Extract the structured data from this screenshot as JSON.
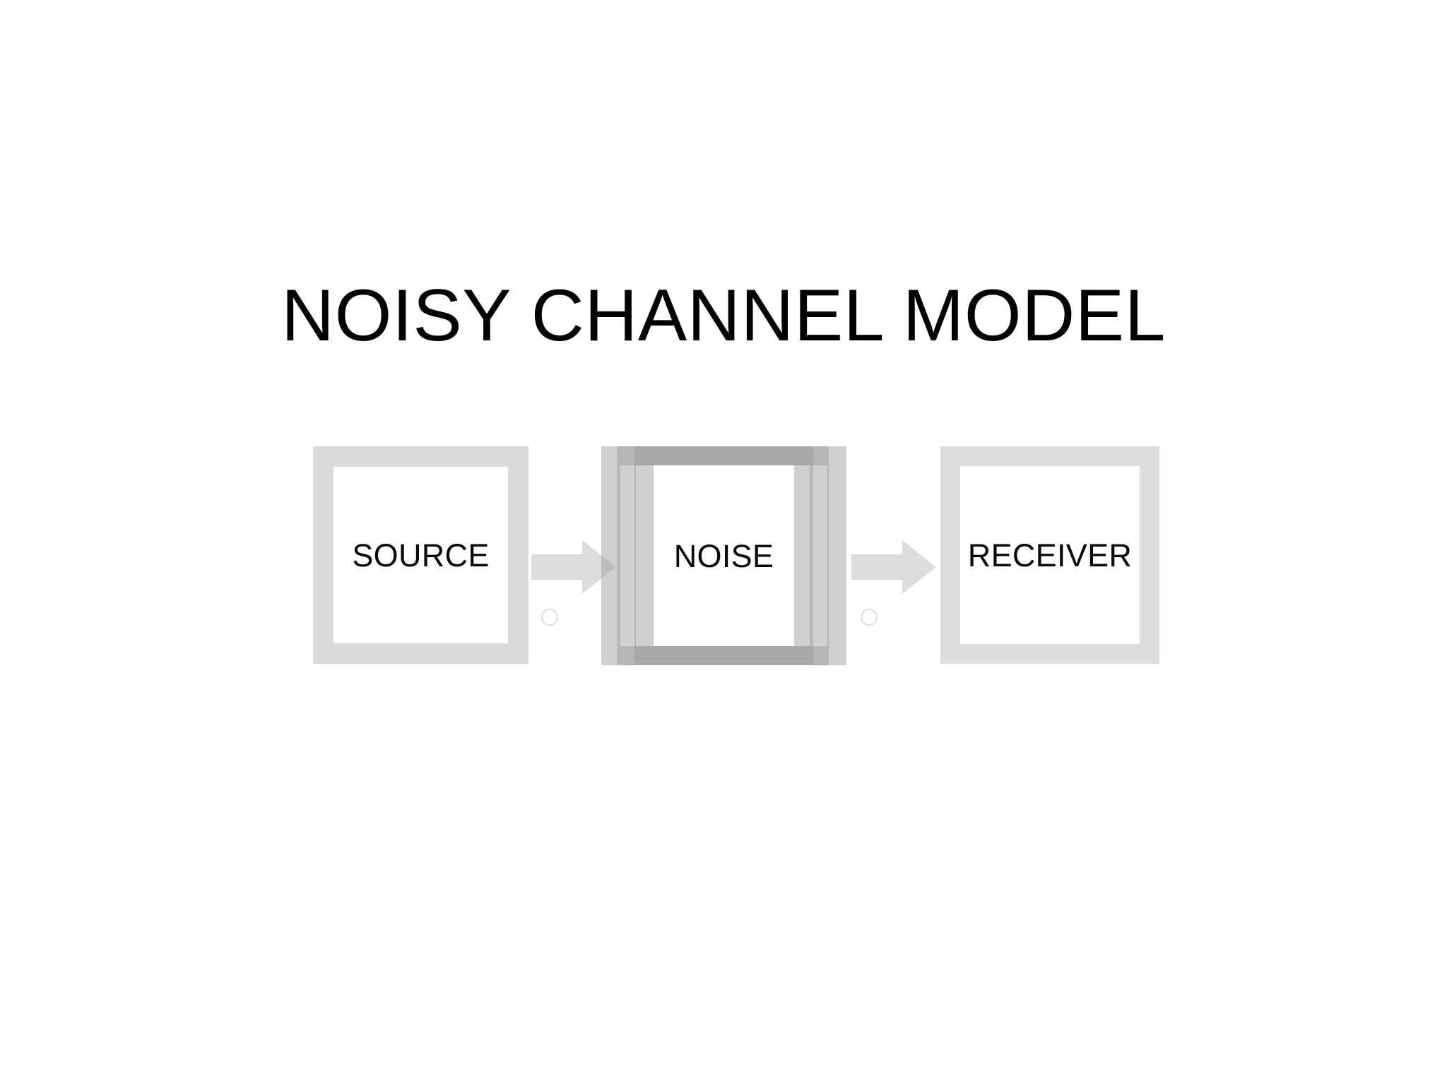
{
  "slide": {
    "title": "NOISY CHANNEL MODEL",
    "background_color": "#ffffff",
    "title_color": "#010101"
  },
  "diagram": {
    "type": "flow",
    "orientation": "left-to-right",
    "nodes": [
      {
        "id": "source",
        "label": "SOURCE",
        "shape": "rectangle",
        "fill": "#ffffff",
        "border_color": "#dadada"
      },
      {
        "id": "noise",
        "label": "NOISE",
        "shape": "rectangle",
        "fill": "#ffffff",
        "border_color": "#969696",
        "note": "three overlapping translucent frames"
      },
      {
        "id": "receiver",
        "label": "RECEIVER",
        "shape": "rectangle",
        "fill": "#ffffff",
        "border_color": "#dddddd"
      }
    ],
    "connectors": [
      {
        "id": "arrow-1",
        "from": "source",
        "to": "noise",
        "style": "block-arrow",
        "color": "#dcdcdc"
      },
      {
        "id": "arrow-2",
        "from": "noise",
        "to": "receiver",
        "style": "block-arrow",
        "color": "#dcdcdc"
      }
    ],
    "handles": [
      {
        "id": "handle-1",
        "kind": "rotation-handle"
      },
      {
        "id": "handle-2",
        "kind": "rotation-handle"
      }
    ]
  }
}
